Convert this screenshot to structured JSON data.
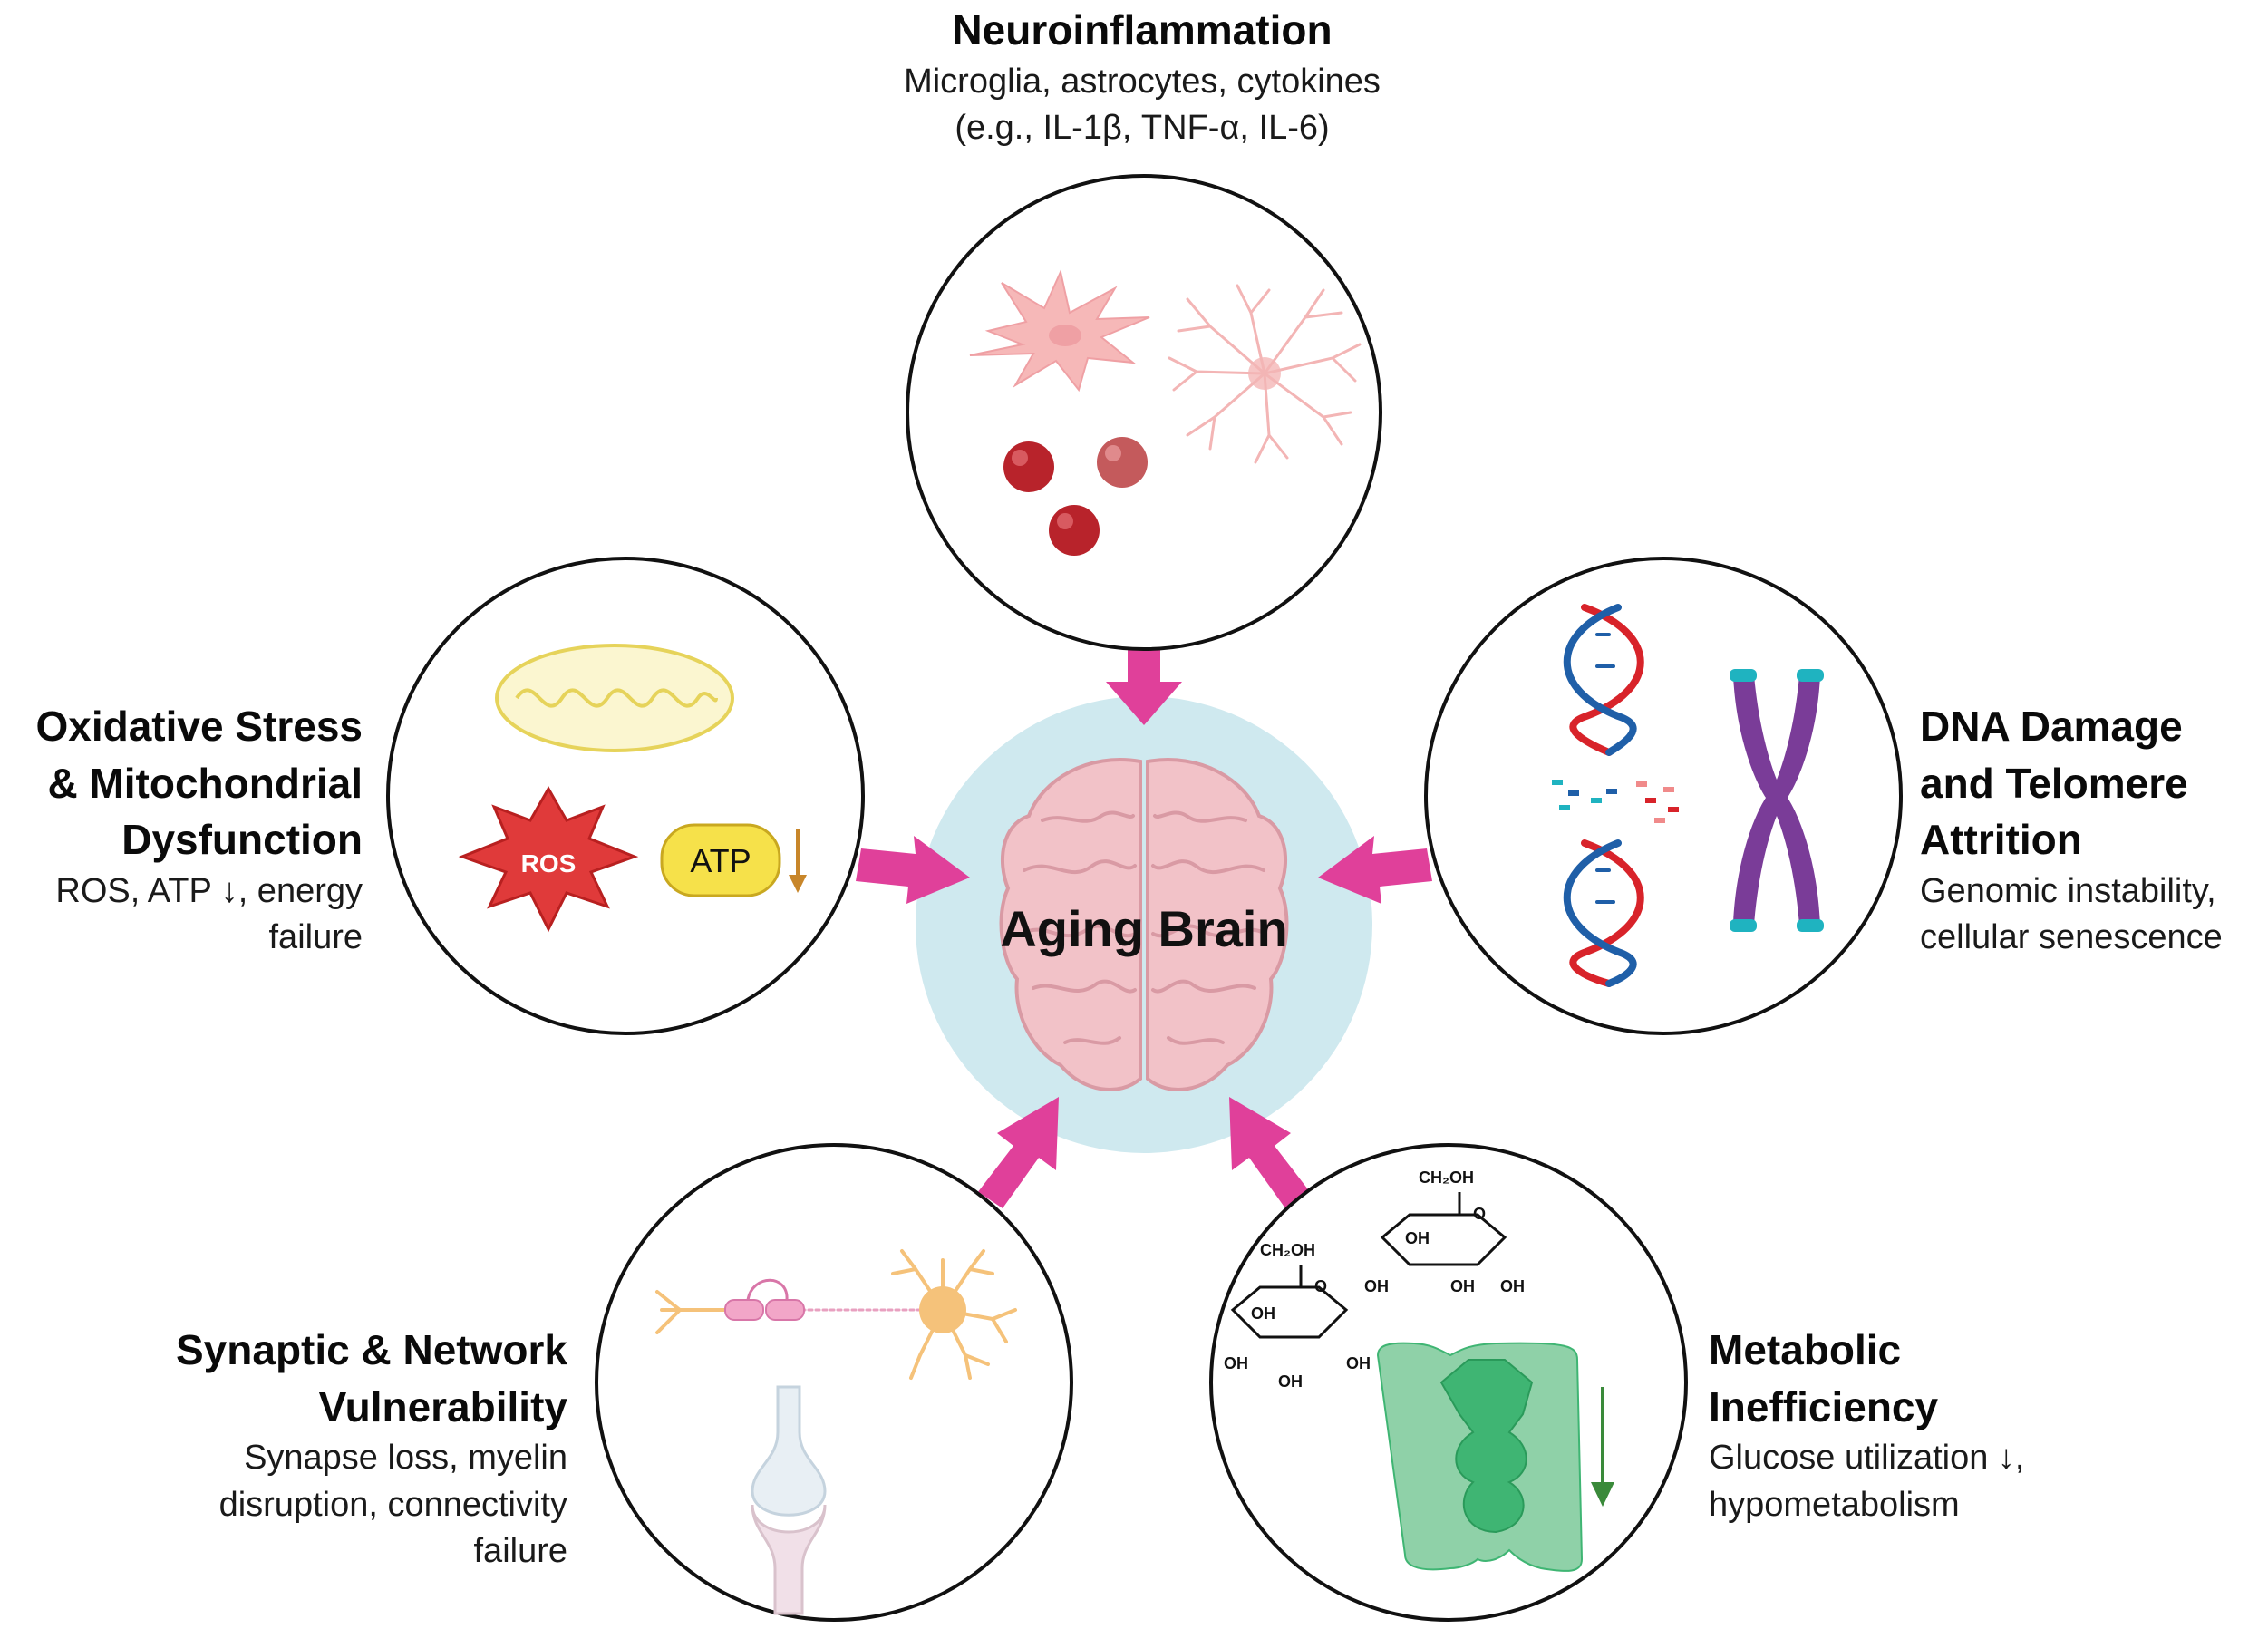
{
  "center": {
    "title": "Aging Brain"
  },
  "neuroinflammation": {
    "title": "Neuroinflammation",
    "desc": [
      "Microglia, astrocytes, cytokines",
      "(e.g., IL-1β, TNF-α, IL-6)"
    ]
  },
  "oxidative": {
    "title": [
      "Oxidative Stress",
      "& Mitochondrial",
      "Dysfunction"
    ],
    "desc": [
      "ROS, ATP ↓, energy",
      "failure"
    ],
    "ros_label": "ROS",
    "atp_label": "ATP"
  },
  "dna": {
    "title": [
      "DNA Damage",
      "and Telomere",
      "Attrition"
    ],
    "desc": [
      "Genomic instability,",
      "cellular senescence"
    ]
  },
  "synaptic": {
    "title": [
      "Synaptic & Network",
      "Vulnerability"
    ],
    "desc": [
      "Synapse loss, myelin",
      "disruption, connectivity",
      "failure"
    ]
  },
  "metabolic": {
    "title": [
      "Metabolic",
      "Inefficiency"
    ],
    "desc": [
      "Glucose utilization ↓,",
      "hypometabolism"
    ],
    "glucose_labels": {
      "ch2oh": "CH₂OH",
      "oh": "OH",
      "o": "O"
    }
  },
  "colors": {
    "arrow": "#e0409a",
    "halo": "#cfe9ef",
    "brain": "#f2c2c8",
    "brain_line": "#d99aa4",
    "cell_pink": "#f6b8b8",
    "rbc": "#b8232b",
    "mito_fill": "#fbf6d0",
    "mito_line": "#e6d35a",
    "ros": "#e03a3a",
    "atp": "#f6e14a",
    "atp_arrow": "#c8862a",
    "dna_red": "#d8232a",
    "dna_blue": "#1f5fa8",
    "chromosome": "#7a3c98",
    "telomere": "#1fb3c0",
    "neuron": "#f5c27a",
    "glut": "#3fb573",
    "down_green": "#3a8a3a"
  }
}
